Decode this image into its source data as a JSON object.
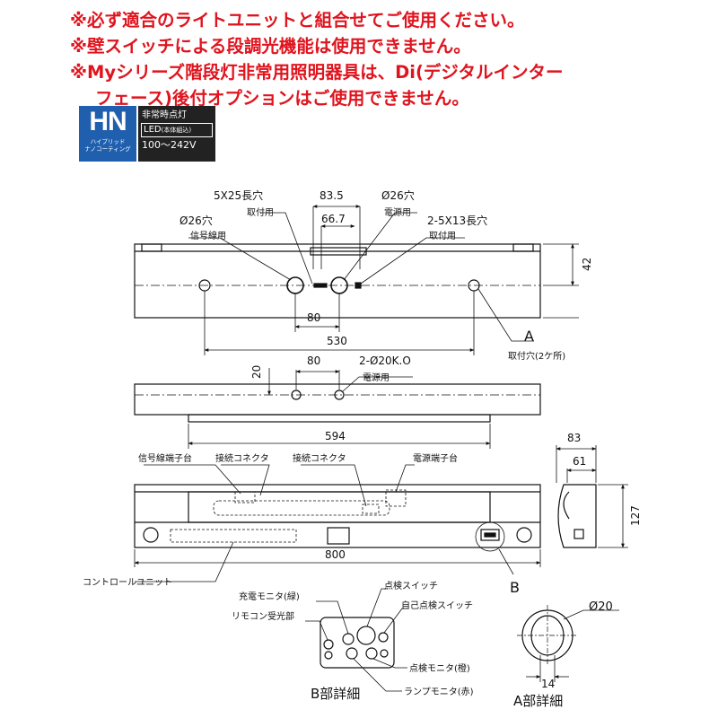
{
  "notes": [
    "※必ず適合のライトユニットと組合せてご使用ください。",
    "※壁スイッチによる段調光機能は使用できません。",
    "※Myシリーズ階段灯非常用照明器具は、Di(デジタルインター",
    "フェース)後付オプションはご使用できません。"
  ],
  "badge": {
    "logo": "HN",
    "sub1": "ハイブリッド",
    "sub2": "ナノコーティング",
    "spec1": "非常時点灯",
    "spec2": "LED",
    "spec2_small": "(本体組込)",
    "spec3": "100〜242V"
  },
  "top_view": {
    "slot_label": "5X25長穴",
    "slot_sub": "取付用",
    "d83": "83.5",
    "d66": "66.7",
    "hole26_label": "Ø26穴",
    "hole26_sub": "電源用",
    "hole26b_label": "Ø26穴",
    "hole26b_sub": "信号線用",
    "slots13_label": "2-5X13長穴",
    "slots13_sub": "取付用",
    "d42": "42",
    "d80": "80",
    "d530": "530",
    "a_label": "A",
    "a_sub": "取付穴(2ケ所)"
  },
  "side_view": {
    "d20": "20",
    "d80": "80",
    "ko_label": "2-Ø20K.O",
    "ko_sub": "電源用",
    "d594": "594"
  },
  "front_view": {
    "signal_terminal": "信号線端子台",
    "connector1": "接続コネクタ",
    "connector2": "接続コネクタ",
    "power_terminal": "電源端子台",
    "d83": "83",
    "d61": "61",
    "d127": "127",
    "d800": "800",
    "control_unit": "コントロールユニット",
    "b_label": "B"
  },
  "detail_b": {
    "check_switch": "点検スイッチ",
    "self_check": "自己点検スイッチ",
    "charge_monitor": "充電モニタ(緑)",
    "remote": "リモコン受光部",
    "check_monitor": "点検モニタ(橙)",
    "lamp_monitor": "ランプモニタ(赤)",
    "title": "B部詳細"
  },
  "detail_a": {
    "d20": "Ø20",
    "d14": "14",
    "title": "A部詳細"
  },
  "colors": {
    "notes": "#e0141e",
    "badge_bg": "#1f5fae",
    "spec_bg": "#222222"
  }
}
